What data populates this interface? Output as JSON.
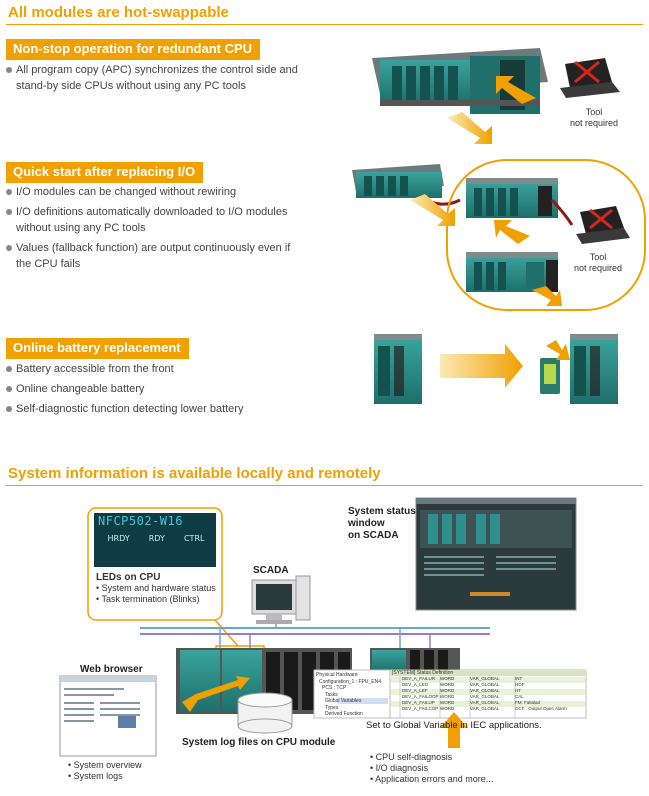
{
  "sections": {
    "hot_swap": {
      "title": "All modules are hot-swappable",
      "features": [
        {
          "tag": "Non-stop operation for redundant CPU",
          "bullets": [
            "All program copy (APC) synchronizes the control side and stand-by side CPUs without using any PC tools"
          ],
          "note": "Tool\nnot required"
        },
        {
          "tag": "Quick start after replacing I/O",
          "bullets": [
            "I/O modules can be changed without rewiring",
            "I/O definitions automatically downloaded to I/O modules without using any PC tools",
            "Values (fallback function) are output continuously even if the CPU fails"
          ],
          "note": "Tool\nnot required"
        },
        {
          "tag": "Online battery replacement",
          "bullets": [
            "Battery accessible from the front",
            "Online changeable battery",
            "Self-diagnostic function detecting lower battery"
          ]
        }
      ]
    },
    "system_info": {
      "title": "System information is available locally and remotely",
      "lcd": {
        "model": "NFCP502-W16",
        "indicators": [
          "HRDY",
          "RDY",
          "CTRL"
        ]
      },
      "leds": {
        "title": "LEDs on CPU",
        "items": [
          "System and hardware status",
          "Task termination (Blinks)"
        ]
      },
      "scada_label": "SCADA",
      "status_window_label": "System status\nwindow\non SCADA",
      "web_browser": {
        "title": "Web browser",
        "items": [
          "System overview",
          "System logs"
        ]
      },
      "log_files_label": "System log files on CPU module",
      "iec_label": "Set to Global Variable in IEC applications.",
      "diag_items": [
        "CPU self-diagnosis",
        "I/O diagnosis",
        "Application errors and more..."
      ],
      "tree": [
        "Physical Hardware",
        "Configuration_1 : FPU_EN4",
        "PCS : TCP",
        "Tasks",
        "Global Variables",
        "Types",
        "Derived Function"
      ],
      "iec_table_header": "[SYSTEM] Status Definition",
      "iec_rows": [
        "DEV_A_FAILUR",
        "DEV_A_LEO",
        "DEV_A_LEF",
        "DEV_A_FAILOOP",
        "DEV_A_FAILUP",
        "DEV_A_FAILCOP"
      ],
      "iec_types": [
        "WORD",
        "WORD",
        "WORD",
        "WORD",
        "WORD",
        "WORD"
      ],
      "iec_scope": [
        "VAR_GLOBAL",
        "VAR_GLOBAL",
        "VAR_GLOBAL",
        "VAR_GLOBAL",
        "VAR_GLOBAL",
        "VAR_GLOBAL"
      ],
      "iec_comments": [
        "INT",
        "HOF",
        "HT",
        "CAL",
        "FM: Fatlalad",
        "OCF : Output Open Alarm"
      ]
    }
  },
  "colors": {
    "accent": "#f0a000",
    "module_teal": "#2f8f8a",
    "lcd_bg": "#0f3b44",
    "lcd_text": "#45c8d8",
    "scada_screen": "#2b3a3c"
  }
}
